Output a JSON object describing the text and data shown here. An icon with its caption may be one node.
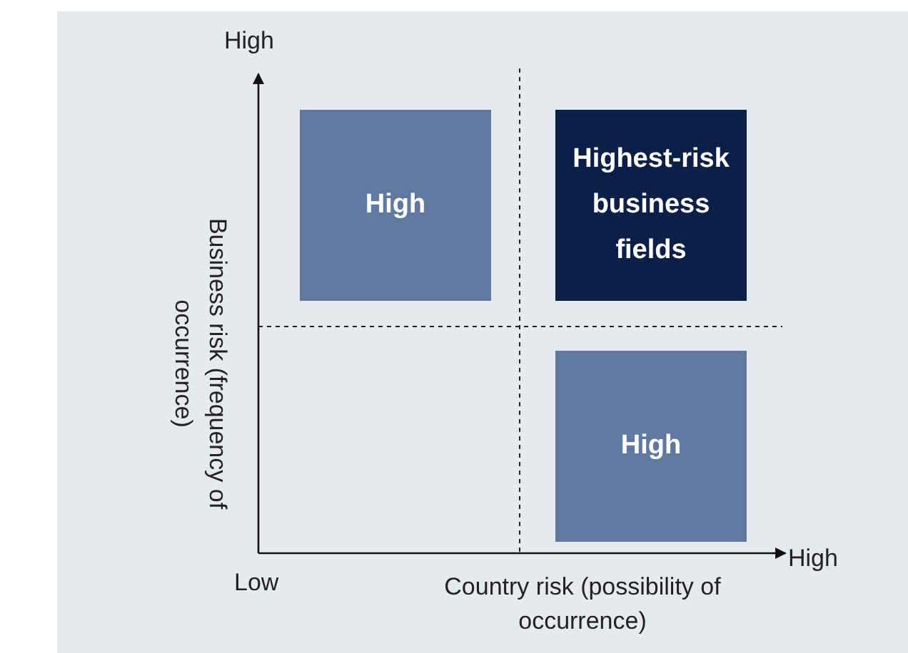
{
  "diagram": {
    "nodes": [
      {
        "text": [
          "High"
        ]
      },
      {
        "text": [
          "Highest-risk business fields"
        ]
      },
      {
        "text": [
          "High"
        ]
      }
    ],
    "labels": [
      "High",
      "Business risk (frequency of occurrence)",
      "Low",
      "Country risk (possibility of occurrence)",
      "High"
    ]
  }
}
